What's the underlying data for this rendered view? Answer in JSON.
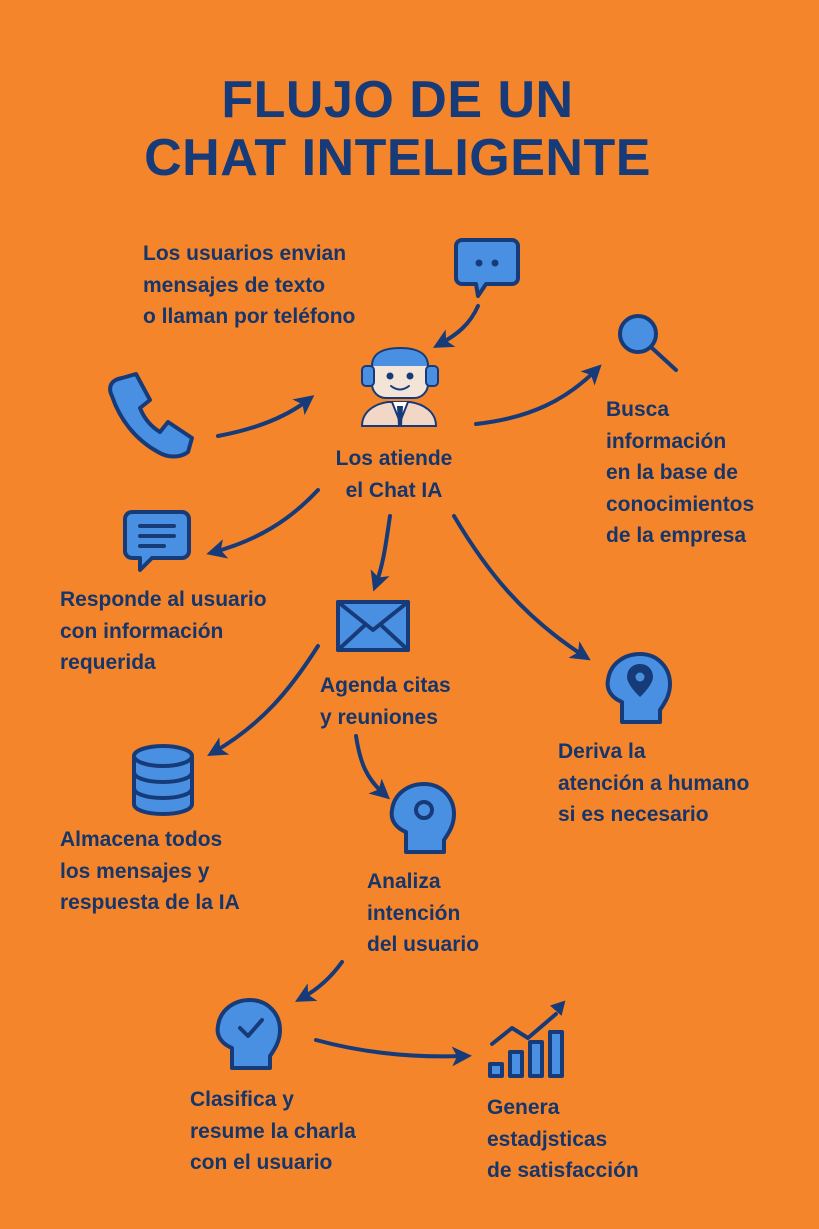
{
  "title": [
    "FLUJO DE UN",
    "CHAT INTELIGENTE"
  ],
  "nodes": {
    "users_send": [
      "Los usuarios envian",
      "mensajes de texto",
      "o llaman por teléfono"
    ],
    "chat_ia": [
      "Los atiende",
      "el Chat IA"
    ],
    "search": [
      "Busca",
      "información",
      "en la base de",
      "conocimientos",
      "de la empresa"
    ],
    "respond": [
      "Responde al usuario",
      "con información",
      "requerida"
    ],
    "schedule": [
      "Agenda citas",
      "y reuniones"
    ],
    "derive": [
      "Deriva la",
      "atención a humano",
      "si es necesario"
    ],
    "store": [
      "Almacena todos",
      "los mensajes y",
      "respuesta de la IA"
    ],
    "analyze": [
      "Analiza",
      "intención",
      "del usuario"
    ],
    "classify": [
      "Clasifica y",
      "resume la charla",
      "con el usuario"
    ],
    "stats": [
      "Genera",
      "estadjsticas",
      "de satisfacción"
    ]
  },
  "icons": {
    "chat_bubble": "chat-bubble-icon",
    "phone": "phone-icon",
    "bot": "robot-agent-icon",
    "search": "magnifier-icon",
    "message": "message-icon",
    "mail": "envelope-icon",
    "head_pin": "head-location-icon",
    "database": "database-icon",
    "head_brain": "head-brain-icon",
    "head_check": "head-check-icon",
    "chart": "growth-chart-icon"
  },
  "colors": {
    "background": "#F5852A",
    "primary": "#173B78",
    "icon_fill": "#4A90E2"
  }
}
